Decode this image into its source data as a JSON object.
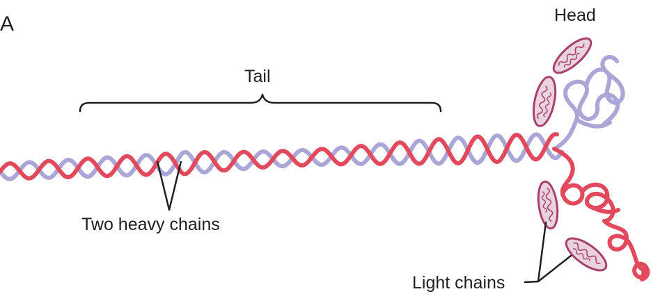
{
  "figure": {
    "panel_letter": "A",
    "labels": {
      "tail": "Tail",
      "head": "Head",
      "heavy_chains": "Two heavy chains",
      "light_chains": "Light chains"
    }
  },
  "colors": {
    "heavy_chain_red": "#e2495c",
    "heavy_chain_blue": "#aaa6d8",
    "light_chain_fill": "#ead3e0",
    "light_chain_stroke": "#a8416a",
    "line_black": "#1f1f1f",
    "background": "#ffffff"
  },
  "icons": {
    "light_chain": "myosin-light-chain-icon",
    "heavy_chain": "coiled-coil-helix-icon"
  }
}
